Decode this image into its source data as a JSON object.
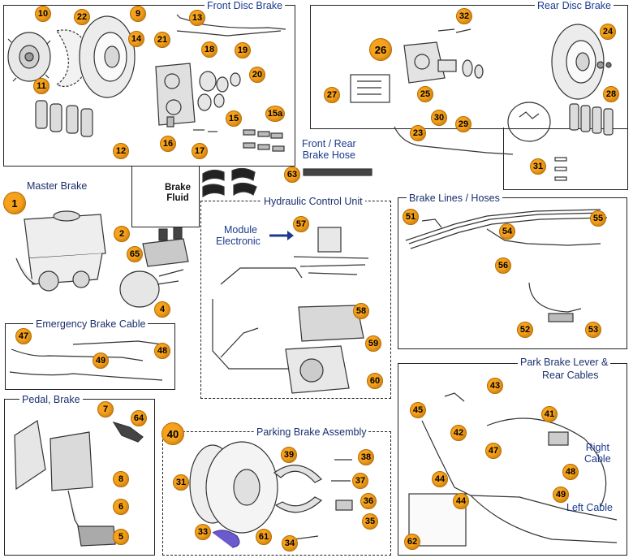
{
  "panels": {
    "front_disc_brake": "Front Disc Brake",
    "rear_disc_brake": "Rear Disc Brake",
    "master_brake": "Master Brake",
    "hydraulic_control_unit": "Hydraulic Control Unit",
    "brake_lines_hoses": "Brake Lines / Hoses",
    "emergency_brake_cable": "Emergency Brake Cable",
    "pedal_brake": "Pedal, Brake",
    "parking_brake_assembly": "Parking Brake Assembly",
    "park_brake_lever_line1": "Park Brake Lever &",
    "park_brake_lever_line2": "Rear Cables"
  },
  "labels": {
    "front_rear_hose_line1": "Front / Rear",
    "front_rear_hose_line2": "Brake Hose",
    "module_line1": "Module",
    "module_line2": "Electronic",
    "brake_fluid_line1": "Brake",
    "brake_fluid_line2": "Fluid",
    "right_cable_line1": "Right",
    "right_cable_line2": "Cable",
    "left_cable": "Left Cable"
  },
  "parts": {
    "p1": "1",
    "p2": "2",
    "p4": "4",
    "p5": "5",
    "p6": "6",
    "p7": "7",
    "p8": "8",
    "p9": "9",
    "p10": "10",
    "p11": "11",
    "p12": "12",
    "p13": "13",
    "p14": "14",
    "p15": "15",
    "p15a": "15a",
    "p16": "16",
    "p17": "17",
    "p18": "18",
    "p19": "19",
    "p20": "20",
    "p21": "21",
    "p22": "22",
    "p23": "23",
    "p24": "24",
    "p25": "25",
    "p26": "26",
    "p27": "27",
    "p28": "28",
    "p29": "29",
    "p30": "30",
    "p31": "31",
    "p31b": "31",
    "p32": "32",
    "p33": "33",
    "p34": "34",
    "p35": "35",
    "p36": "36",
    "p37": "37",
    "p38": "38",
    "p39": "39",
    "p40": "40",
    "p41": "41",
    "p42": "42",
    "p43": "43",
    "p44a": "44",
    "p44b": "44",
    "p45": "45",
    "p47a": "47",
    "p47b": "47",
    "p48a": "48",
    "p48b": "48",
    "p49a": "49",
    "p49b": "49",
    "p51": "51",
    "p52": "52",
    "p53": "53",
    "p54": "54",
    "p55": "55",
    "p56": "56",
    "p57": "57",
    "p58": "58",
    "p59": "59",
    "p60": "60",
    "p61": "61",
    "p62": "62",
    "p63": "63",
    "p64": "64",
    "p65": "65"
  },
  "colors": {
    "badge_fill": "#f6a21d",
    "badge_border": "#b36c00",
    "title_text": "#1a3a8c",
    "line_art": "#333333"
  }
}
